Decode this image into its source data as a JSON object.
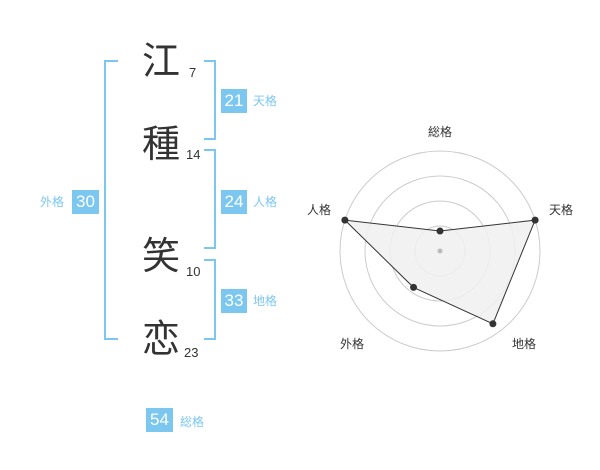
{
  "characters": [
    {
      "char": "江",
      "strokes": "7"
    },
    {
      "char": "種",
      "strokes": "14"
    },
    {
      "char": "笑",
      "strokes": "10"
    },
    {
      "char": "恋",
      "strokes": "23"
    }
  ],
  "fortunes": {
    "tenkaku": {
      "value": "21",
      "label": "天格"
    },
    "jinkaku": {
      "value": "24",
      "label": "人格"
    },
    "chikaku": {
      "value": "33",
      "label": "地格"
    },
    "gaikaku": {
      "value": "30",
      "label": "外格"
    },
    "soukaku": {
      "value": "54",
      "label": "総格"
    }
  },
  "radar": {
    "axes": [
      "総格",
      "天格",
      "地格",
      "外格",
      "人格"
    ],
    "levels": 4,
    "values": [
      0.2,
      1.0,
      0.9,
      0.45,
      1.0
    ],
    "colors": {
      "ring": "#cccccc",
      "fill": "#f0f0f0",
      "line": "#333333",
      "center": "#bbbbbb"
    }
  }
}
